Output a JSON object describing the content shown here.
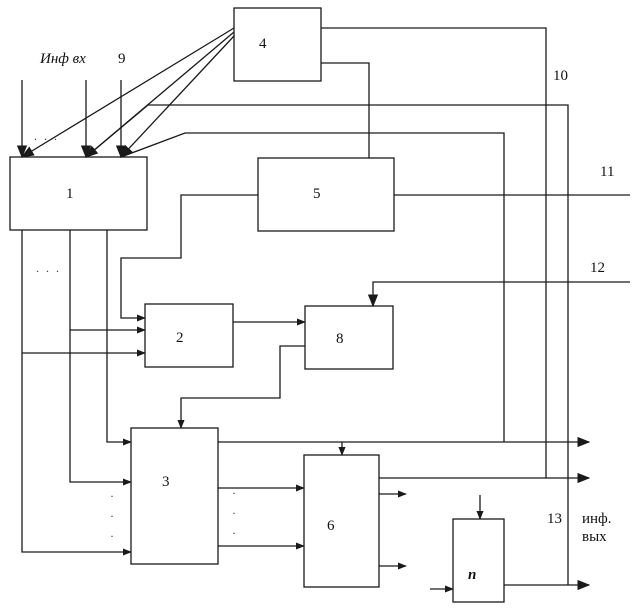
{
  "blocks": {
    "b1": "1",
    "b2": "2",
    "b3": "3",
    "b4": "4",
    "b5": "5",
    "b6": "6",
    "b8": "8",
    "bn": "n"
  },
  "labels": {
    "input_info": "Инф  вх",
    "output_info_line1": "инф.",
    "output_info_line2": "вых",
    "ref9": "9",
    "ref10": "10",
    "ref11": "11",
    "ref12": "12",
    "ref13": "13"
  },
  "dots": {
    "horizontal": ". . .",
    "vertical": "·"
  }
}
